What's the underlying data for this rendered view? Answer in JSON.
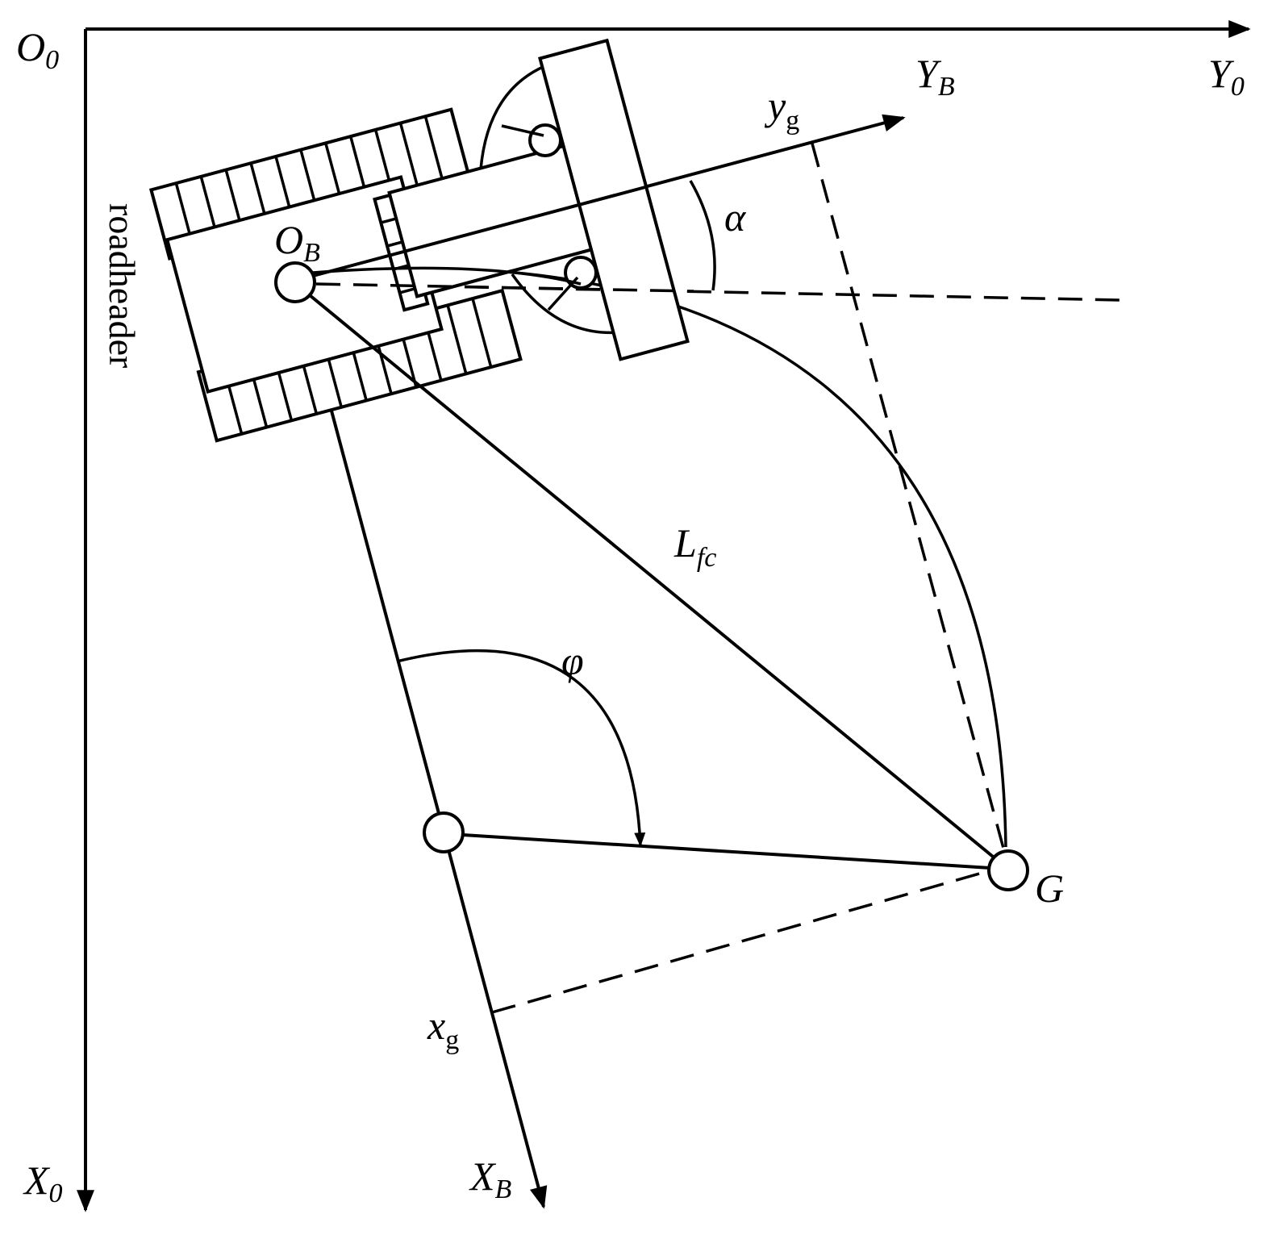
{
  "labels": {
    "O0_main": "O",
    "O0_sub": "0",
    "Y0_main": "Y",
    "Y0_sub": "0",
    "X0_main": "X",
    "X0_sub": "0",
    "YB_main": "Y",
    "YB_sub": "B",
    "XB_main": "X",
    "XB_sub": "B",
    "OB_main": "O",
    "OB_sub": "B",
    "yg_main": "y",
    "yg_sub": "g",
    "xg_main": "x",
    "xg_sub": "g",
    "Lfc_main": "L",
    "Lfc_sub": "fc",
    "alpha": "α",
    "phi": "φ",
    "G": "G",
    "machine": "roadheader"
  },
  "colors": {
    "ink": "#000000",
    "background": "#ffffff"
  }
}
